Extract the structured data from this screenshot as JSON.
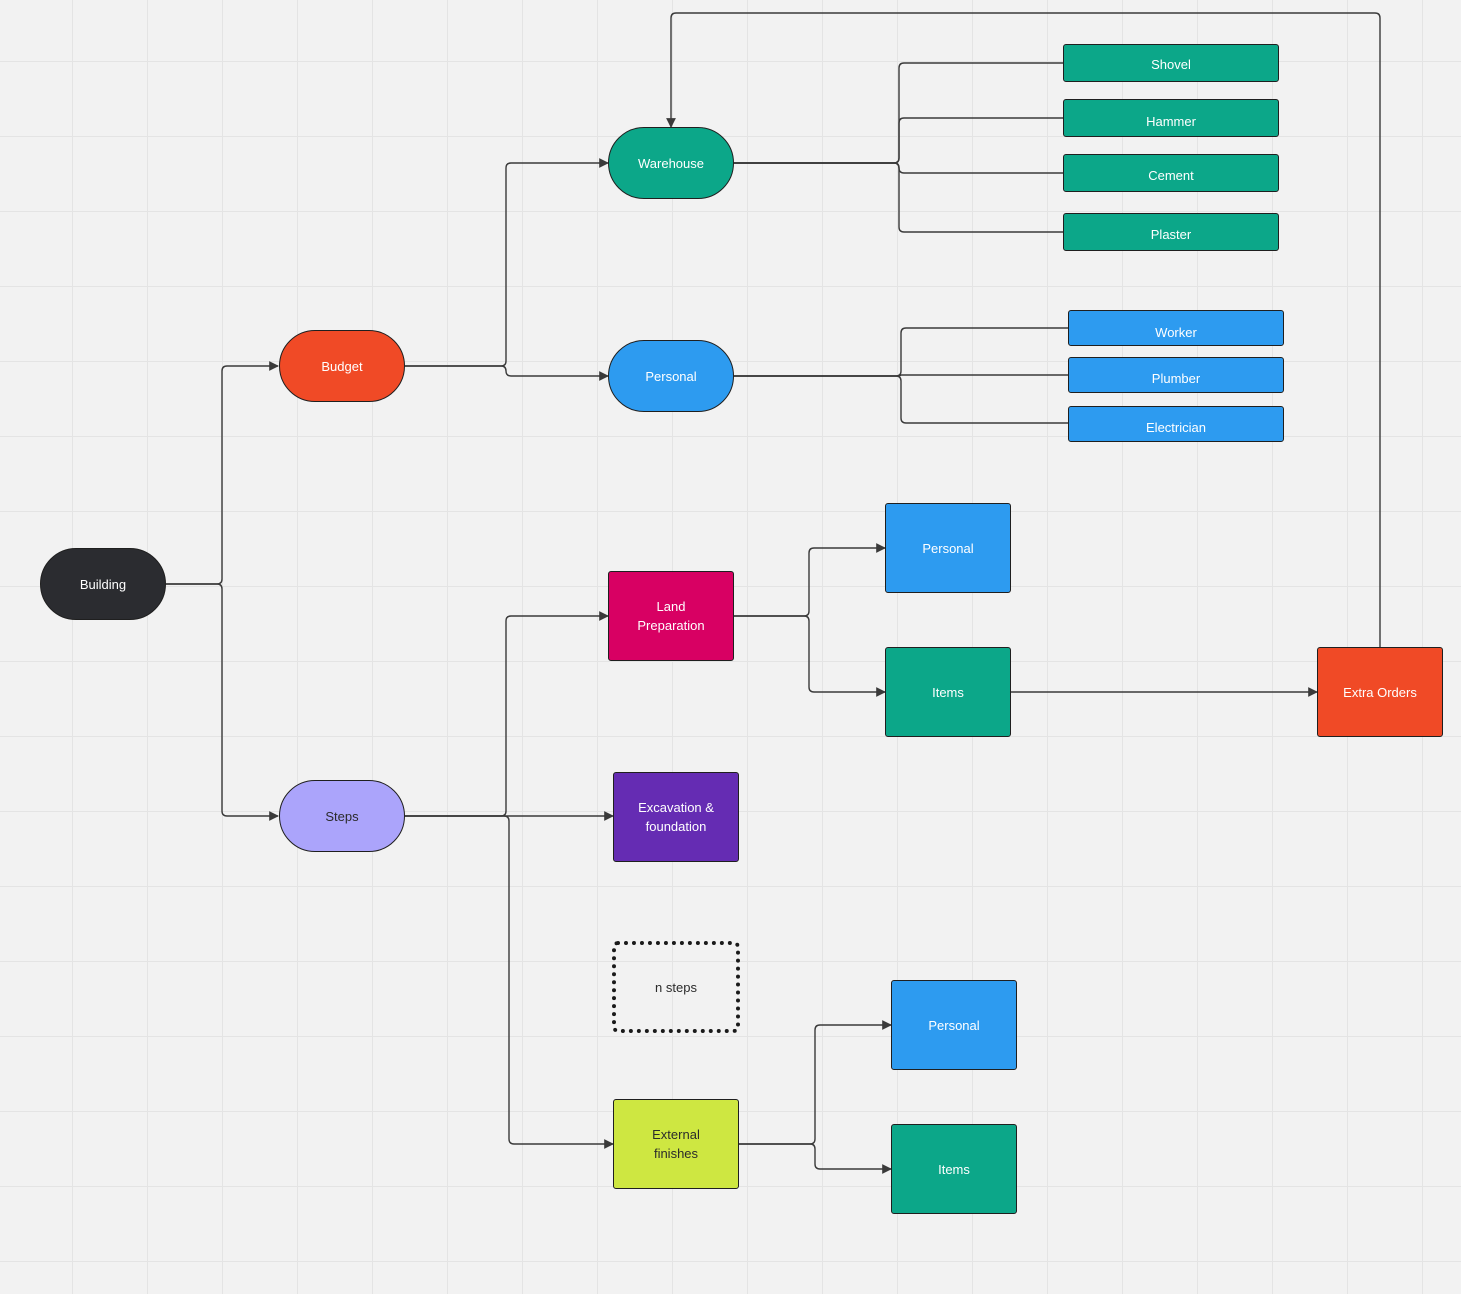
{
  "colors": {
    "dark": "#2b2c30",
    "red": "#f04a26",
    "green": "#0ca789",
    "blue": "#2d9bf0",
    "lavender": "#aba4fb",
    "magenta": "#d80063",
    "purple": "#652cb3",
    "lime": "#cee741",
    "line": "#3a3a3a"
  },
  "nodes": {
    "building": "Building",
    "budget": "Budget",
    "steps": "Steps",
    "warehouse": "Warehouse",
    "personal_budget": "Personal",
    "shovel": "Shovel",
    "hammer": "Hammer",
    "cement": "Cement",
    "plaster": "Plaster",
    "worker": "Worker",
    "plumber": "Plumber",
    "electrician": "Electrician",
    "land_preparation": "Land\nPreparation",
    "excavation": "Excavation &\nfoundation",
    "n_steps": "n steps",
    "external_finishes": "External\nfinishes",
    "land_personal": "Personal",
    "land_items": "Items",
    "extra_orders": "Extra Orders",
    "finishes_personal": "Personal",
    "finishes_items": "Items"
  }
}
